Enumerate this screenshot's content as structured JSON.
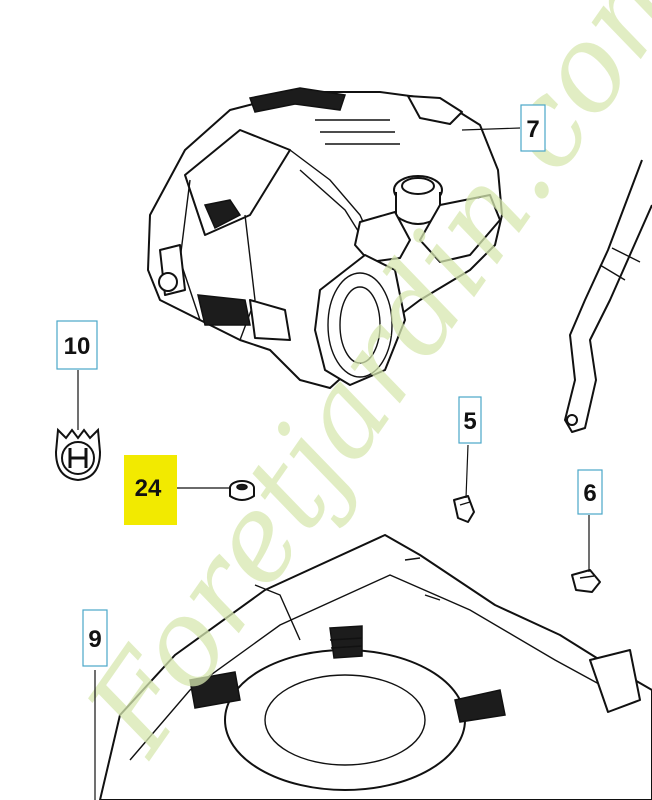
{
  "callouts": [
    {
      "id": "7",
      "label": "7",
      "highlighted": false
    },
    {
      "id": "10",
      "label": "10",
      "highlighted": false
    },
    {
      "id": "24",
      "label": "24",
      "highlighted": true
    },
    {
      "id": "5",
      "label": "5",
      "highlighted": false
    },
    {
      "id": "6",
      "label": "6",
      "highlighted": false
    },
    {
      "id": "9",
      "label": "9",
      "highlighted": false
    }
  ],
  "watermark": {
    "text": "Foretjardin.com"
  },
  "colors": {
    "highlight": "#f2ea00",
    "callout_border": "#4aa7c9",
    "line": "#111111",
    "watermark": "#d7e8b0"
  },
  "icons": [
    "husqvarna-logo-icon"
  ]
}
